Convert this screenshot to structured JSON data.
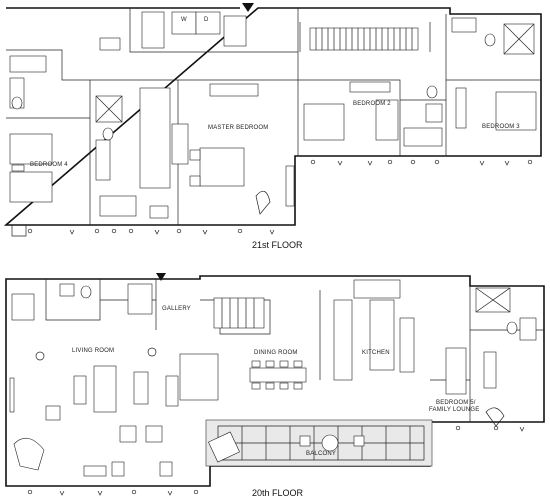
{
  "floors": {
    "upper": {
      "title": "21st FLOOR",
      "rooms": {
        "bedroom4": "BEDROOM 4",
        "master": "MASTER BEDROOM",
        "bedroom2": "BEDROOM 2",
        "bedroom3": "BEDROOM 3"
      },
      "appliance_w": "W",
      "appliance_d": "D"
    },
    "lower": {
      "title": "20th FLOOR",
      "rooms": {
        "gallery": "GALLERY",
        "living": "LIVING ROOM",
        "dining": "DINING ROOM",
        "kitchen": "KITCHEN",
        "bedroom5_line1": "BEDROOM 5/",
        "bedroom5_line2": "FAMILY LOUNGE",
        "balcony": "BALCONY"
      }
    }
  },
  "colors": {
    "walls": "#111111",
    "balcony_fill": "#e9e9e9"
  }
}
